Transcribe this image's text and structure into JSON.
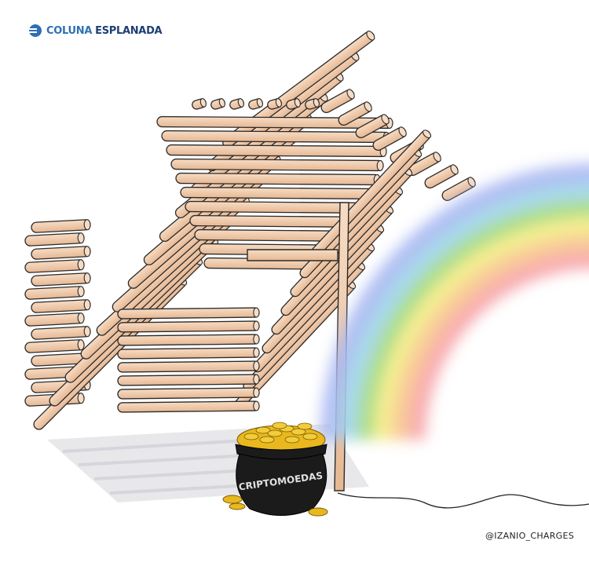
{
  "logo": {
    "part1": "COLUNA",
    "part2": "ESPLANADA",
    "icon": "coluna-esplanada-logo-icon"
  },
  "pot": {
    "label": "CRIPTOMOEDAS"
  },
  "credit": "@IZANIO_CHARGES",
  "colors": {
    "log_fill": "#f0c9a8",
    "log_outline": "#2a2a2a",
    "pot": "#1b1b1b",
    "coin": "#e8b81e",
    "logo_light": "#2f6fb3",
    "logo_dark": "#1d3f73",
    "rainbow": [
      "#f7a3a8",
      "#f9c58e",
      "#f4ec86",
      "#a4db7e",
      "#9fd6e8",
      "#a9b8f2"
    ]
  }
}
